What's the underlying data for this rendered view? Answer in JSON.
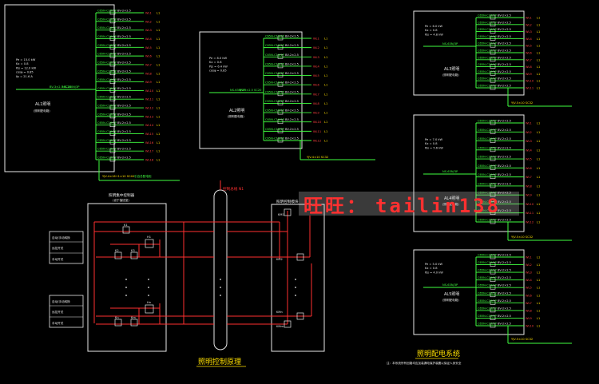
{
  "watermark": {
    "chinese": "旺旺：",
    "latin": "tailin138"
  },
  "titles": {
    "control_principle": "照明控制原理",
    "lighting_system": "照明配电系统"
  },
  "footnote": "注：本系统所有回路均应加装漏电保护装置以保证人身安全",
  "panels": {
    "big_left": {
      "name": "AL1照明",
      "sub": "(照明配电箱)",
      "params": [
        "Pe = 15.0 kW",
        "Kx = 0.8",
        "Pjs = 12.0 kW",
        "cosφ = 0.85",
        "Ijs = 21.6 A"
      ],
      "main_switch": "NS-100N/3P",
      "incoming": "YJV-4×16+1×10 SC40",
      "outgoing": "引自总配电柜",
      "feeder": "BV-3×2.5 SC20",
      "circuits": [
        "WL1",
        "WL2",
        "WL3",
        "WL4",
        "WL5",
        "WL6",
        "WL7",
        "WL8",
        "WL9",
        "WL10",
        "WL11",
        "WL12",
        "WL13",
        "WL14",
        "WL15",
        "WL16",
        "WL17",
        "WL18"
      ]
    },
    "middle": {
      "name": "AL2照明",
      "sub": "(照明配电箱)",
      "params": [
        "Pe = 8.0 kW",
        "Kx = 0.8",
        "Pjs = 6.4 kW",
        "cosφ = 0.85"
      ],
      "main_switch": "NS-63N/3P",
      "incoming": "YJV-4×10 SC32",
      "feeder": "BV-3×2.5 SC20",
      "circuits": [
        "WL1",
        "WL2",
        "WL3",
        "WL4",
        "WL5",
        "WL6",
        "WL7",
        "WL8",
        "WL9",
        "WL10",
        "WL11",
        "WL12"
      ]
    },
    "right1": {
      "name": "AL3照明",
      "sub": "(照明配电箱)",
      "params": [
        "Pe = 6.0 kW",
        "Kx = 0.8",
        "Pjs = 4.8 kW"
      ],
      "main_switch": "NS-63N/3P",
      "incoming": "YJV-5×10 SC32",
      "circuits": [
        "WL1",
        "WL2",
        "WL3",
        "WL4",
        "WL5",
        "WL6",
        "WL7",
        "WL8",
        "WL9",
        "WL10",
        "WL11"
      ]
    },
    "right2": {
      "name": "AL4照明",
      "sub": "(照明配电箱)",
      "params": [
        "Pe = 7.0 kW",
        "Kx = 0.8",
        "Pjs = 5.6 kW"
      ],
      "main_switch": "NS-63N/3P",
      "incoming": "YJV-5×10 SC32",
      "circuits": [
        "WL1",
        "WL2",
        "WL3",
        "WL4",
        "WL5",
        "WL6",
        "WL7",
        "WL8",
        "WL9",
        "WL10",
        "WL11",
        "WL12"
      ]
    },
    "right3": {
      "name": "AL5照明",
      "sub": "(照明配电箱)",
      "params": [
        "Pe = 5.0 kW",
        "Kx = 0.8",
        "Pjs = 4.0 kW"
      ],
      "main_switch": "NS-63N/3P",
      "incoming": "YJV-5×10 SC32",
      "circuits": [
        "WL1",
        "WL2",
        "WL3",
        "WL4",
        "WL5",
        "WL6",
        "WL7",
        "WL8",
        "WL9",
        "WL10"
      ]
    }
  },
  "control": {
    "left_box_title": "照明集中控制器",
    "left_box_sub": "(设于值班室)",
    "right_box_title": "照明控制模块",
    "bus_label": "控制总线 N1",
    "left_labels": [
      "自动/手动转换",
      "远控开关",
      "手动开关"
    ],
    "left_labels2": [
      "自动/手动转换",
      "远控开关",
      "手动开关"
    ],
    "relays_left": [
      "K1",
      "K2",
      "K3",
      "Kn",
      "Km"
    ],
    "relays_right": [
      "H1",
      "H2",
      "Hn",
      "Hm"
    ],
    "outputs": [
      "KM1",
      "KM2",
      "KMn",
      "KMm"
    ]
  },
  "circuit_spec": {
    "breaker": "C65N-C16/1P",
    "tag": "L1",
    "wire": "BV-2×2.5"
  }
}
